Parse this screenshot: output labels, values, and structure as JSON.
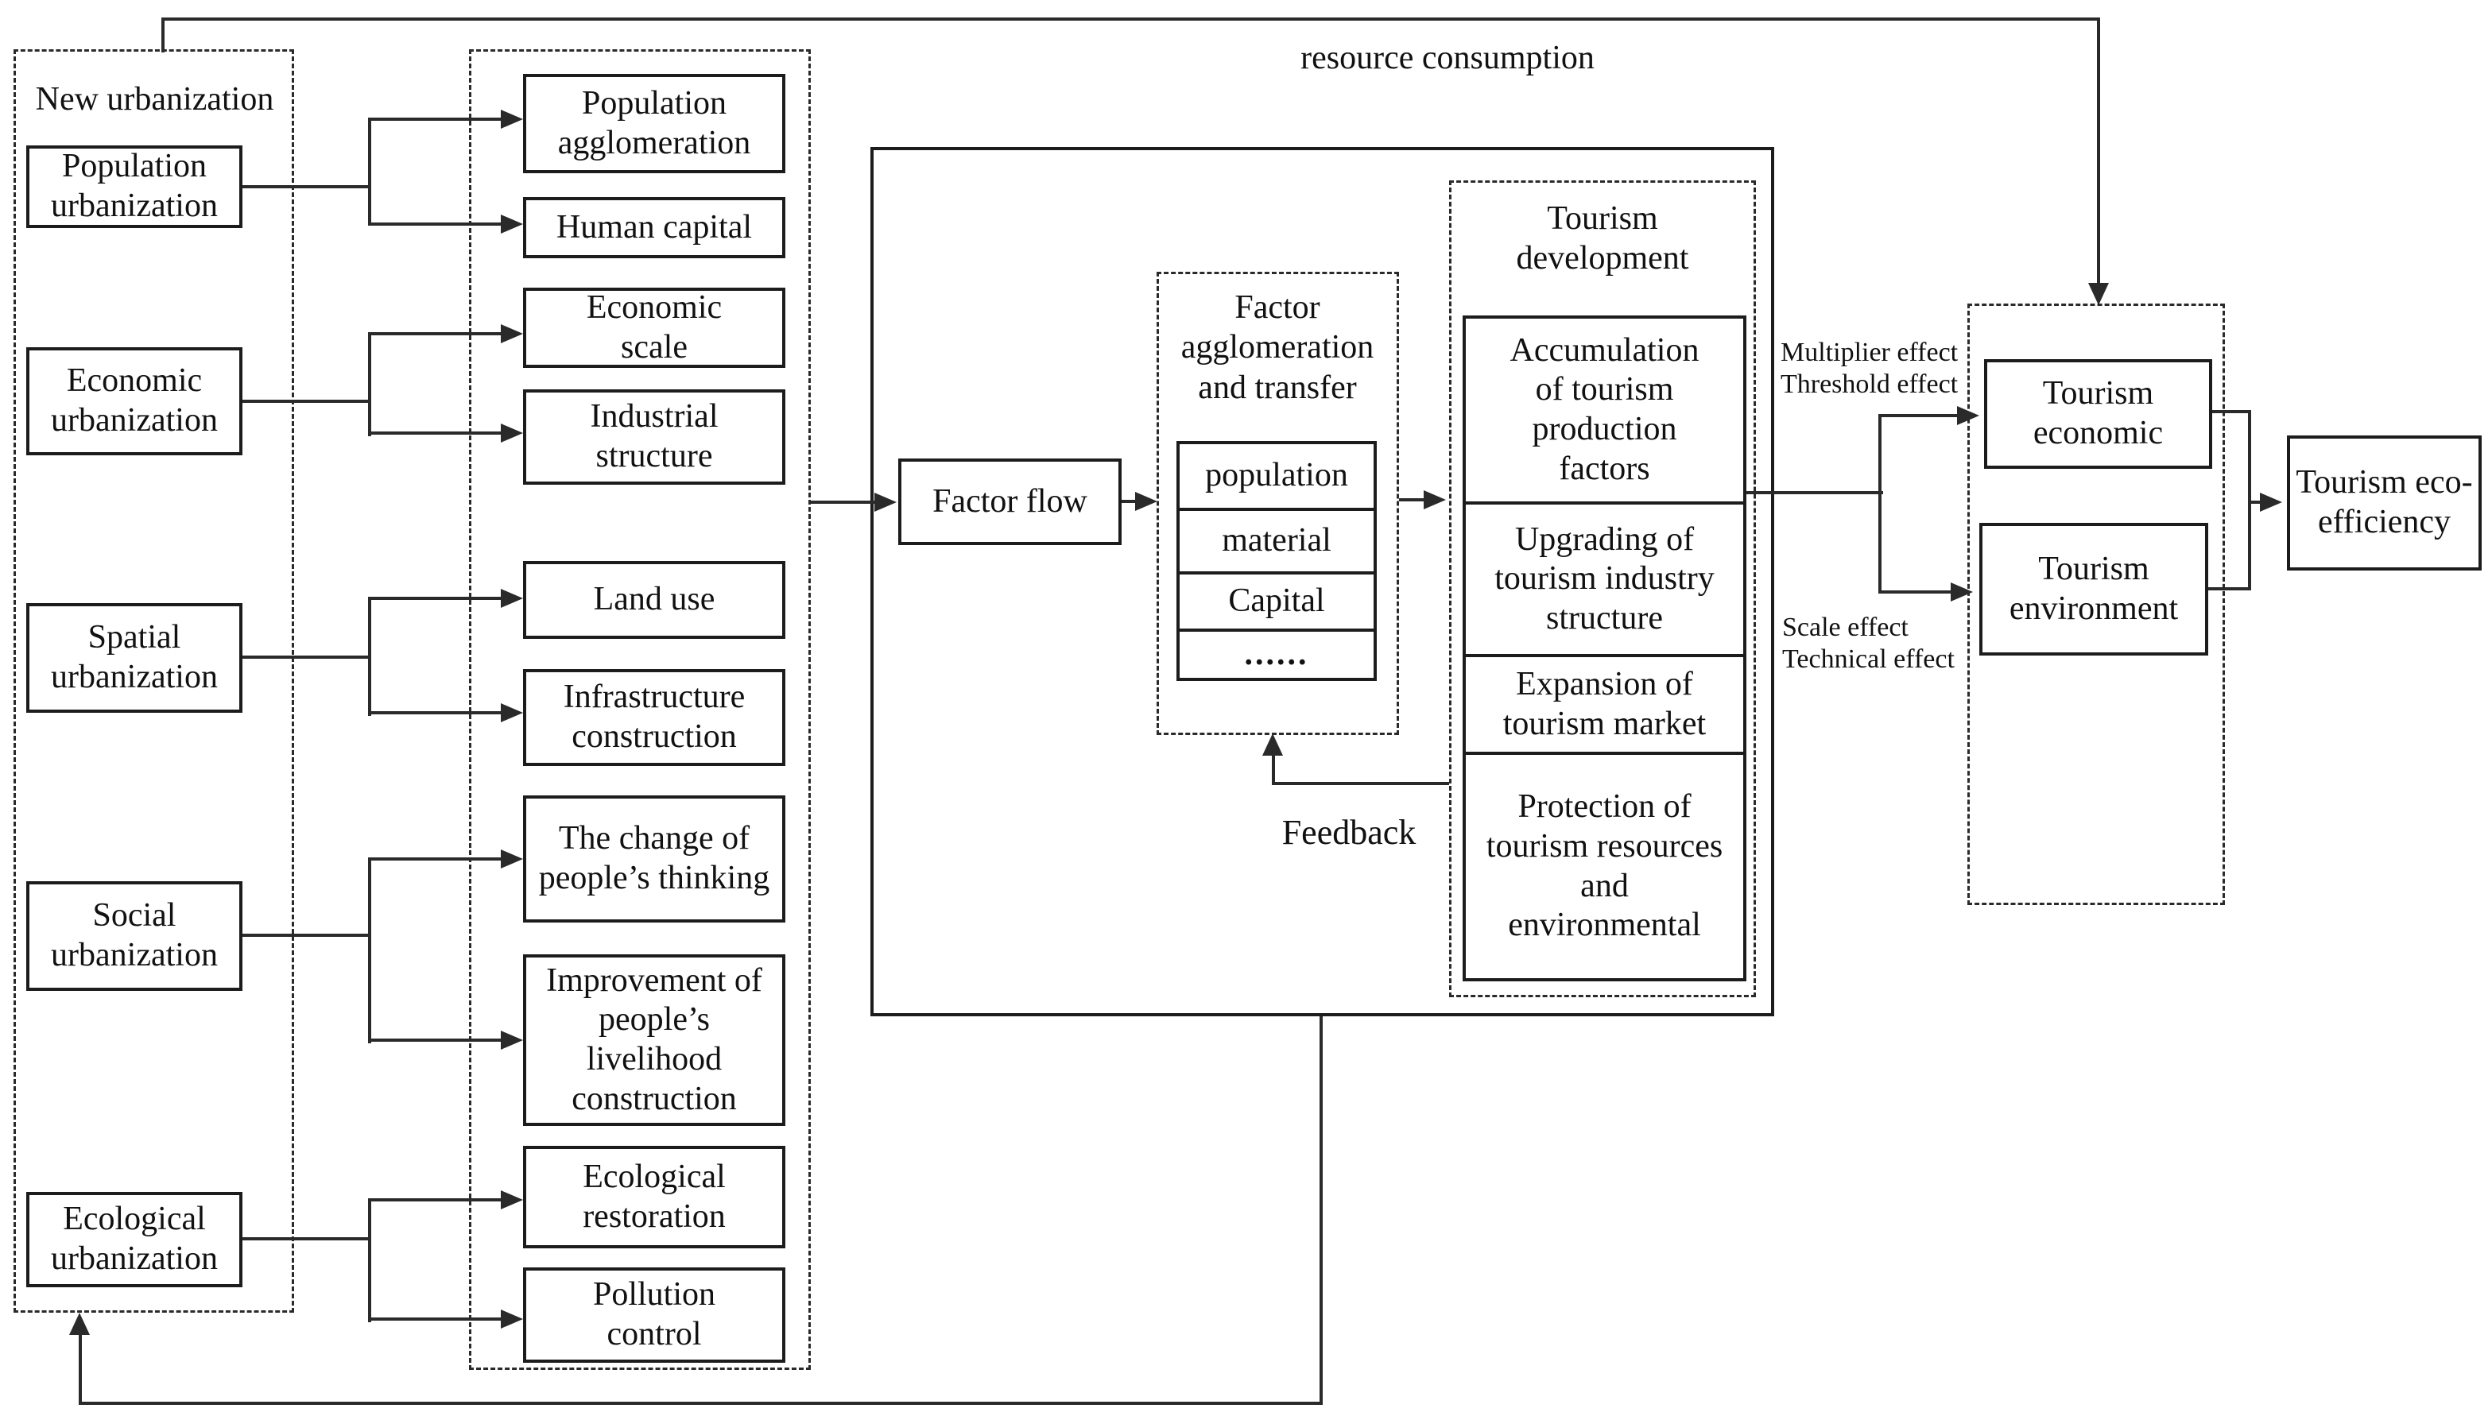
{
  "labels": {
    "resource_consumption": "resource consumption",
    "feedback": "Feedback",
    "multiplier_effect": "Multiplier effect",
    "threshold_effect": "Threshold effect",
    "scale_effect": "Scale effect",
    "technical_effect": "Technical effect"
  },
  "new_urbanization": {
    "title": "New urbanization",
    "items": [
      "Population urbanization",
      "Economic urbanization",
      "Spatial urbanization",
      "Social urbanization",
      "Ecological urbanization"
    ]
  },
  "indicators": [
    "Population agglomeration",
    "Human capital",
    "Economic scale",
    "Industrial structure",
    "Land use",
    "Infrastructure construction",
    "The change of people’s thinking",
    "Improvement of people’s livelihood construction",
    "Ecological restoration",
    "Pollution control"
  ],
  "factor_flow": "Factor flow",
  "factor_agglomeration": {
    "title": "Factor agglomeration and transfer",
    "rows": [
      "population",
      "material",
      "Capital",
      "......"
    ]
  },
  "tourism_development": {
    "title": "Tourism development",
    "items": [
      "Accumulation of tourism production factors",
      "Upgrading of tourism industry structure",
      "Expansion of tourism market",
      "Protection of tourism resources and environmental"
    ]
  },
  "outcomes": {
    "economic": "Tourism economic",
    "environment": "Tourism environment",
    "eco_efficiency": "Tourism eco-efficiency"
  }
}
